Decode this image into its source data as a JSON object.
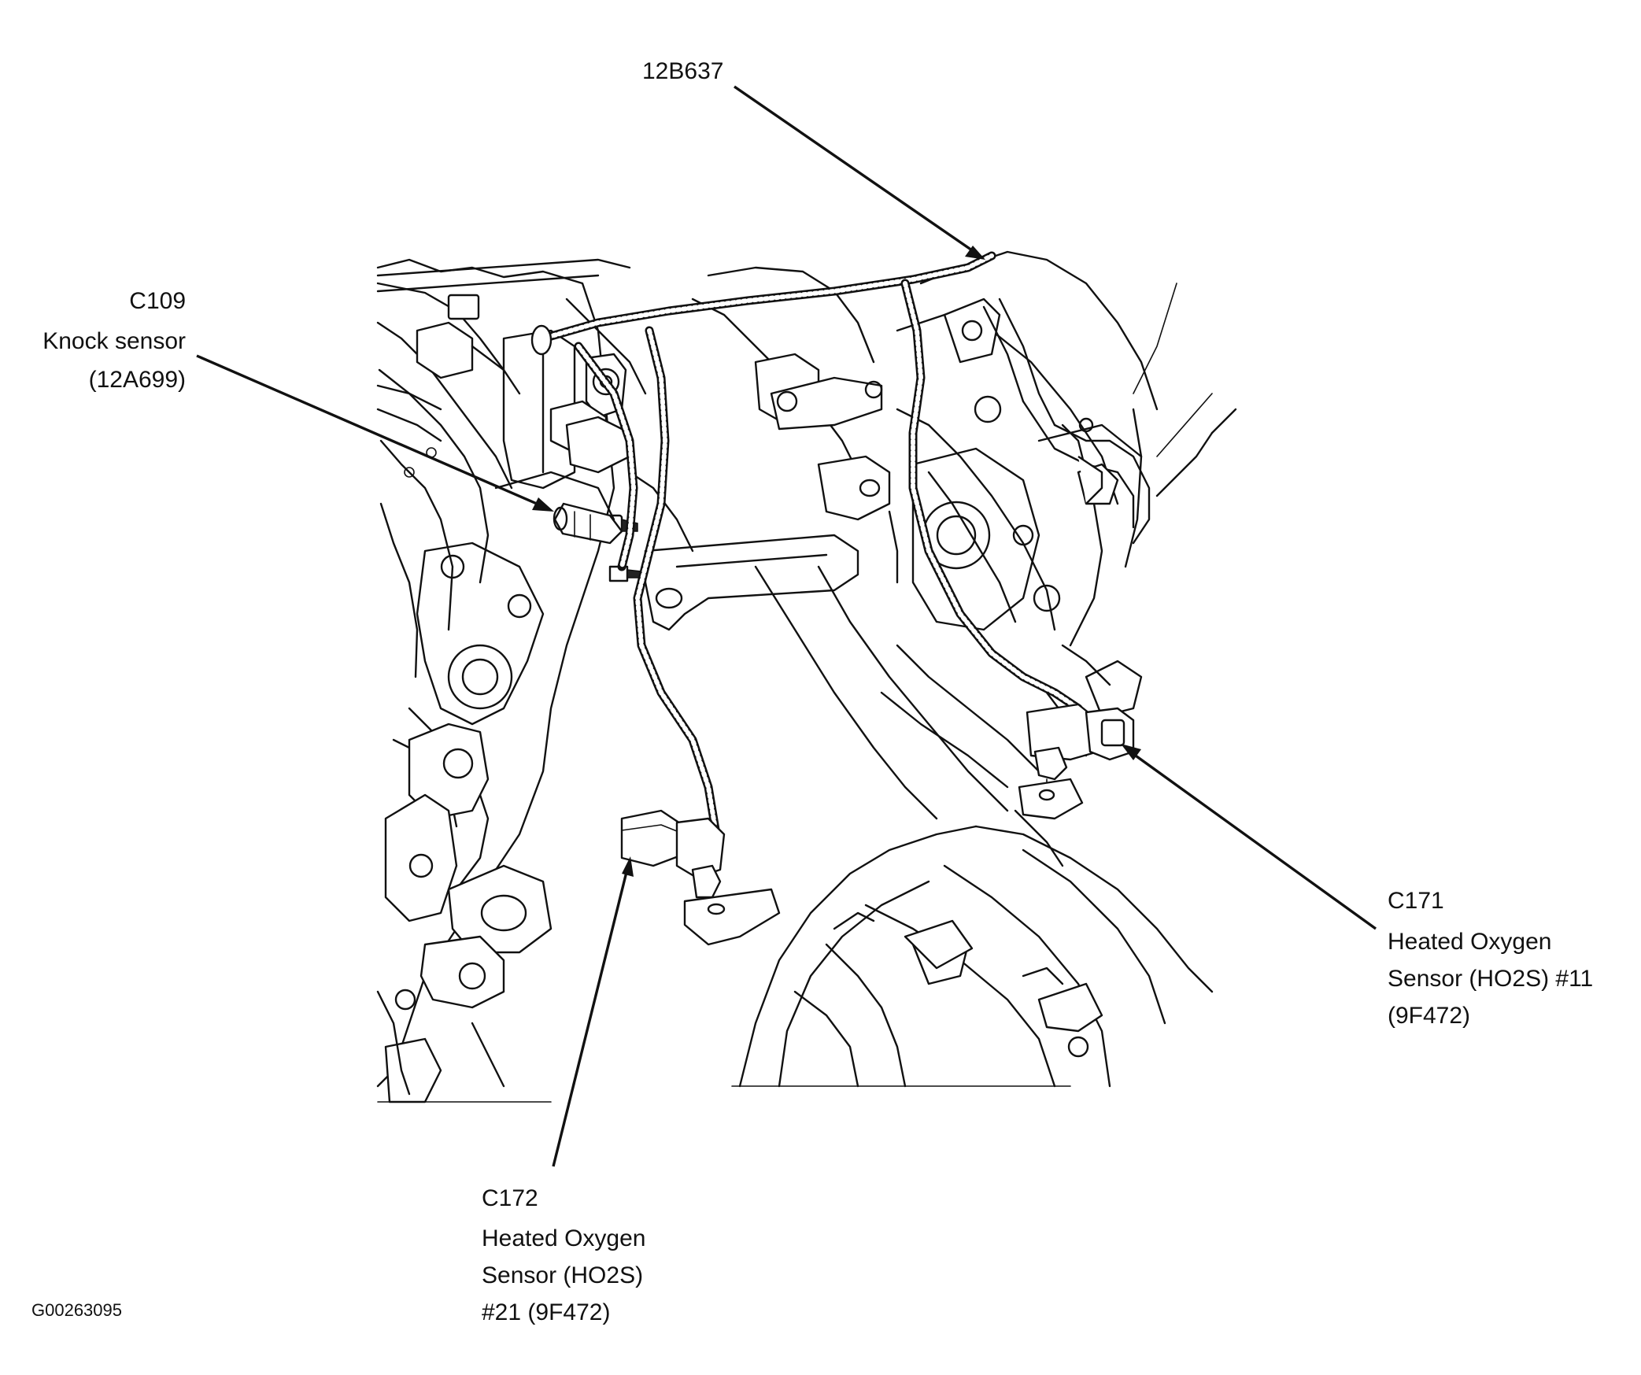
{
  "labels": {
    "harness": {
      "code": "12B637"
    },
    "knock_sensor": {
      "code": "C109",
      "name": "Knock sensor",
      "part": "(12A699)"
    },
    "ho2s_11": {
      "code": "C171",
      "name_line1": "Heated Oxygen",
      "name_line2": "Sensor (HO2S) #11",
      "part": "(9F472)"
    },
    "ho2s_21": {
      "code": "C172",
      "name_line1": "Heated Oxygen",
      "name_line2": "Sensor (HO2S)",
      "name_line3": "#21 (9F472)"
    }
  },
  "figure_id": "G00263095",
  "colors": {
    "ink": "#111111",
    "paper": "#ffffff"
  }
}
